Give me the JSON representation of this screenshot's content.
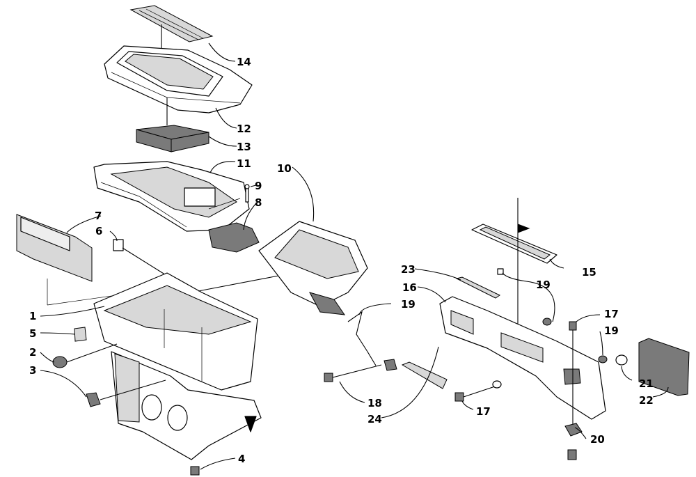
{
  "callouts": [
    {
      "id": "1",
      "label": "1"
    },
    {
      "id": "2",
      "label": "2"
    },
    {
      "id": "3",
      "label": "3"
    },
    {
      "id": "4",
      "label": "4"
    },
    {
      "id": "5",
      "label": "5"
    },
    {
      "id": "6",
      "label": "6"
    },
    {
      "id": "7",
      "label": "7"
    },
    {
      "id": "8",
      "label": "8"
    },
    {
      "id": "9",
      "label": "9"
    },
    {
      "id": "10",
      "label": "10"
    },
    {
      "id": "11",
      "label": "11"
    },
    {
      "id": "12",
      "label": "12"
    },
    {
      "id": "13",
      "label": "13"
    },
    {
      "id": "14",
      "label": "14"
    },
    {
      "id": "15",
      "label": "15"
    },
    {
      "id": "16",
      "label": "16"
    },
    {
      "id": "17a",
      "label": "17"
    },
    {
      "id": "17b",
      "label": "17"
    },
    {
      "id": "18",
      "label": "18"
    },
    {
      "id": "19a",
      "label": "19"
    },
    {
      "id": "19b",
      "label": "19"
    },
    {
      "id": "19c",
      "label": "19"
    },
    {
      "id": "20",
      "label": "20"
    },
    {
      "id": "21",
      "label": "21"
    },
    {
      "id": "22",
      "label": "22"
    },
    {
      "id": "23",
      "label": "23"
    },
    {
      "id": "24",
      "label": "24"
    }
  ]
}
